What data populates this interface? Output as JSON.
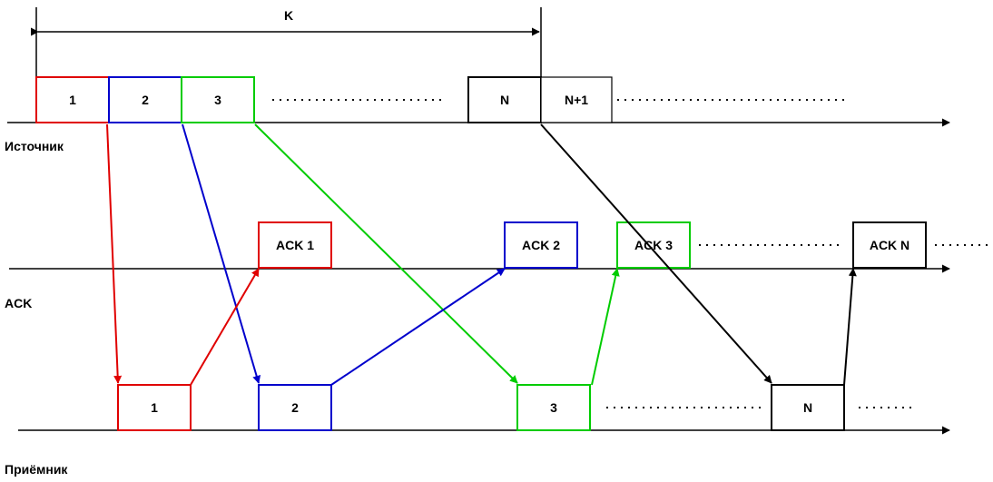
{
  "window_label": "K",
  "lanes": {
    "source": "Источник",
    "ack": "ACK",
    "receiver": "Приёмник"
  },
  "source_packets": [
    "1",
    "2",
    "3",
    "N",
    "N+1"
  ],
  "ack_packets": [
    "ACK 1",
    "ACK 2",
    "ACK 3",
    "ACK N"
  ],
  "receiver_packets": [
    "1",
    "2",
    "3",
    "N"
  ],
  "colors": {
    "packet1": "#e00000",
    "packet2": "#0000cc",
    "packet3": "#00cc00",
    "packetN": "#000000"
  }
}
